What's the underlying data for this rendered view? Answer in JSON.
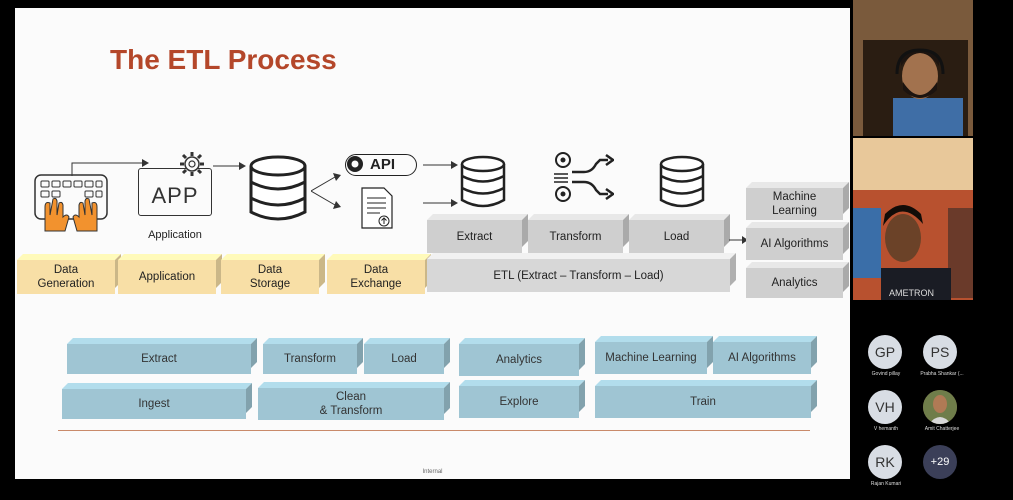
{
  "slide": {
    "title": "The ETL Process",
    "application_caption": "Application",
    "app_text": "APP",
    "api_text": "API",
    "source_row": [
      "Data\nGeneration",
      "Application",
      "Data\nStorage",
      "Data\nExchange"
    ],
    "etl_steps": [
      "Extract",
      "Transform",
      "Load"
    ],
    "etl_bar": "ETL (Extract – Transform – Load)",
    "outputs": [
      "Machine\nLearning",
      "AI Algorithms",
      "Analytics"
    ],
    "grid_top": [
      "Extract",
      "Transform",
      "Load",
      "Analytics",
      "Machine Learning",
      "AI Algorithms"
    ],
    "grid_bottom": [
      "Ingest",
      "Clean\n& Transform",
      "Explore",
      "Train"
    ],
    "footer": "Internal"
  },
  "participants": [
    {
      "initials": "GP",
      "name": "Govind pillay"
    },
    {
      "initials": "PS",
      "name": "Prabha Shankar (..."
    },
    {
      "initials": "VH",
      "name": "V hemanth"
    },
    {
      "initials": "",
      "name": "Amit  Chatterjee"
    },
    {
      "initials": "RK",
      "name": "Rajan Kumari"
    },
    {
      "initials": "+29",
      "name": ""
    }
  ],
  "colors": {
    "title": "#b4472a",
    "tan": "#f8dfa6",
    "grey": "#cfcfcf",
    "teal": "#9fc5d3"
  }
}
